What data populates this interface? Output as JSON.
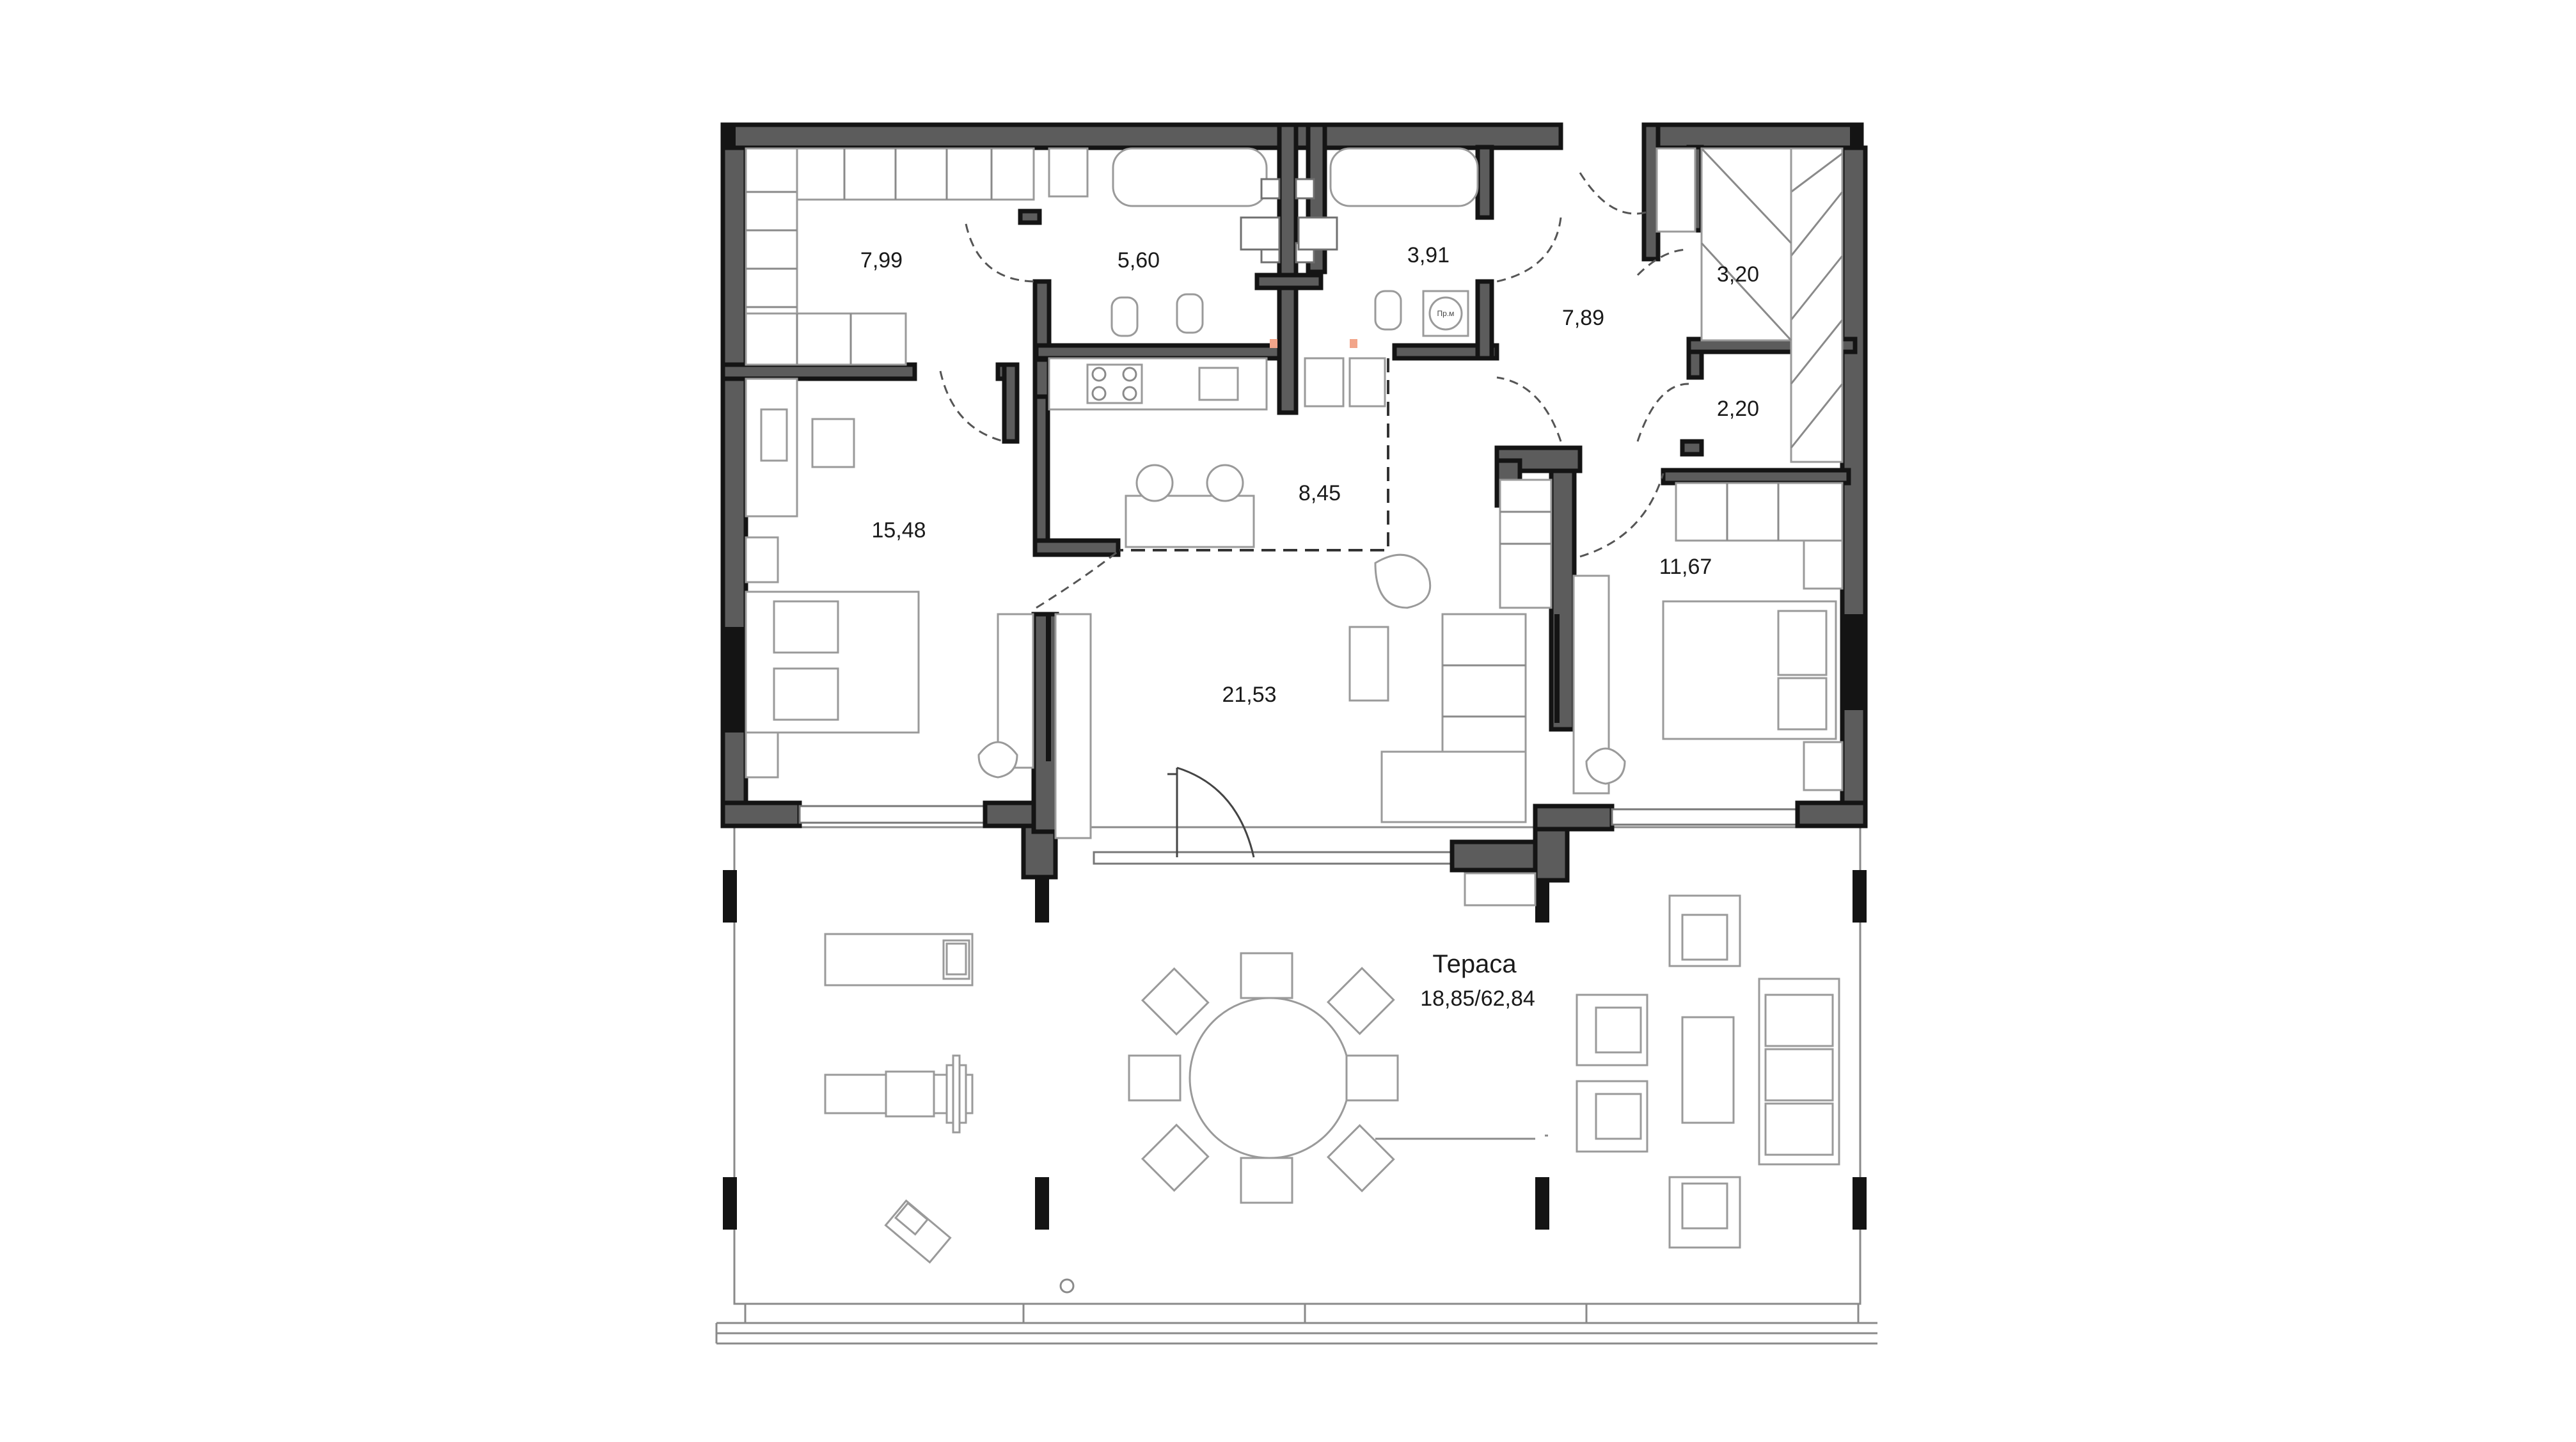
{
  "rooms": {
    "wardrobe_top_left": "7,99",
    "bathroom_1": "5,60",
    "bathroom_2": "3,91",
    "hall": "7,89",
    "storage_1": "3,20",
    "storage_2": "2,20",
    "bedroom_left": "15,48",
    "kitchen": "8,45",
    "living": "21,53",
    "bedroom_right": "11,67"
  },
  "terrace": {
    "title": "Тераса",
    "area": "18,85/62,84"
  },
  "markers": {
    "shaft_label": "Пр.м"
  },
  "colors": {
    "wall_fill": "#5c5c5c",
    "wall_outline": "#141414",
    "furniture_stroke": "#9a9a9a",
    "accent": "#f2a58a"
  }
}
